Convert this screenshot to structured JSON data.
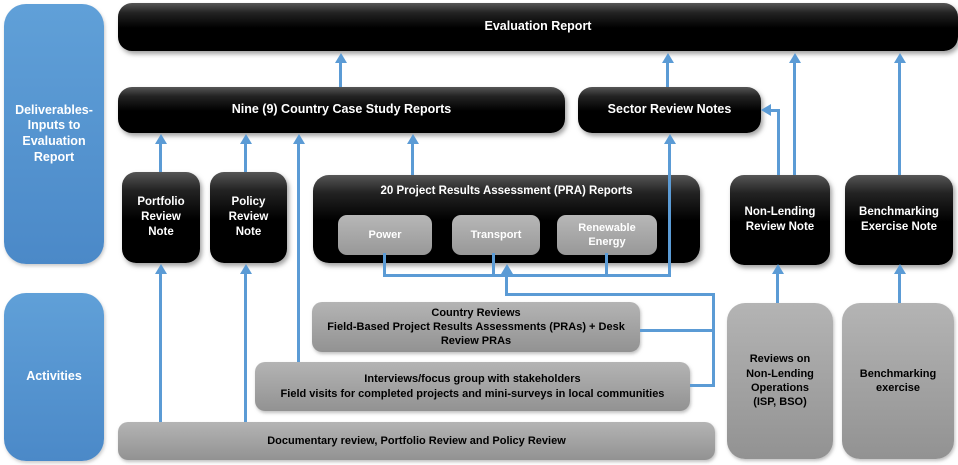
{
  "sidebar": {
    "deliverables_label": "Deliverables-\nInputs to\nEvaluation\nReport",
    "activities_label": "Activities"
  },
  "report": {
    "evaluation_report": "Evaluation Report",
    "country_case_study": "Nine (9) Country Case Study Reports",
    "sector_review": "Sector Review Notes",
    "portfolio_note": "Portfolio\nReview\nNote",
    "policy_note": "Policy\nReview\nNote",
    "pra": {
      "title": "20 Project Results Assessment (PRA) Reports",
      "sectors": [
        "Power",
        "Transport",
        "Renewable\nEnergy"
      ]
    },
    "non_lending_note": "Non-Lending\nReview Note",
    "benchmarking_note": "Benchmarking\nExercise Note"
  },
  "activities": {
    "country_reviews": "Country Reviews\nField-Based Project Results Assessments (PRAs) + Desk\nReview PRAs",
    "interviews": "Interviews/focus group with stakeholders\nField visits for completed projects and mini-surveys in local communities",
    "documentary": "Documentary review, Portfolio Review and Policy Review",
    "non_lending_ops": "Reviews on\nNon-Lending\nOperations\n(ISP, BSO)",
    "benchmarking": "Benchmarking\nexercise"
  },
  "colors": {
    "accent_blue": "#5b9bd5",
    "box_black": "#000000",
    "box_gray": "#9c9c9c"
  }
}
